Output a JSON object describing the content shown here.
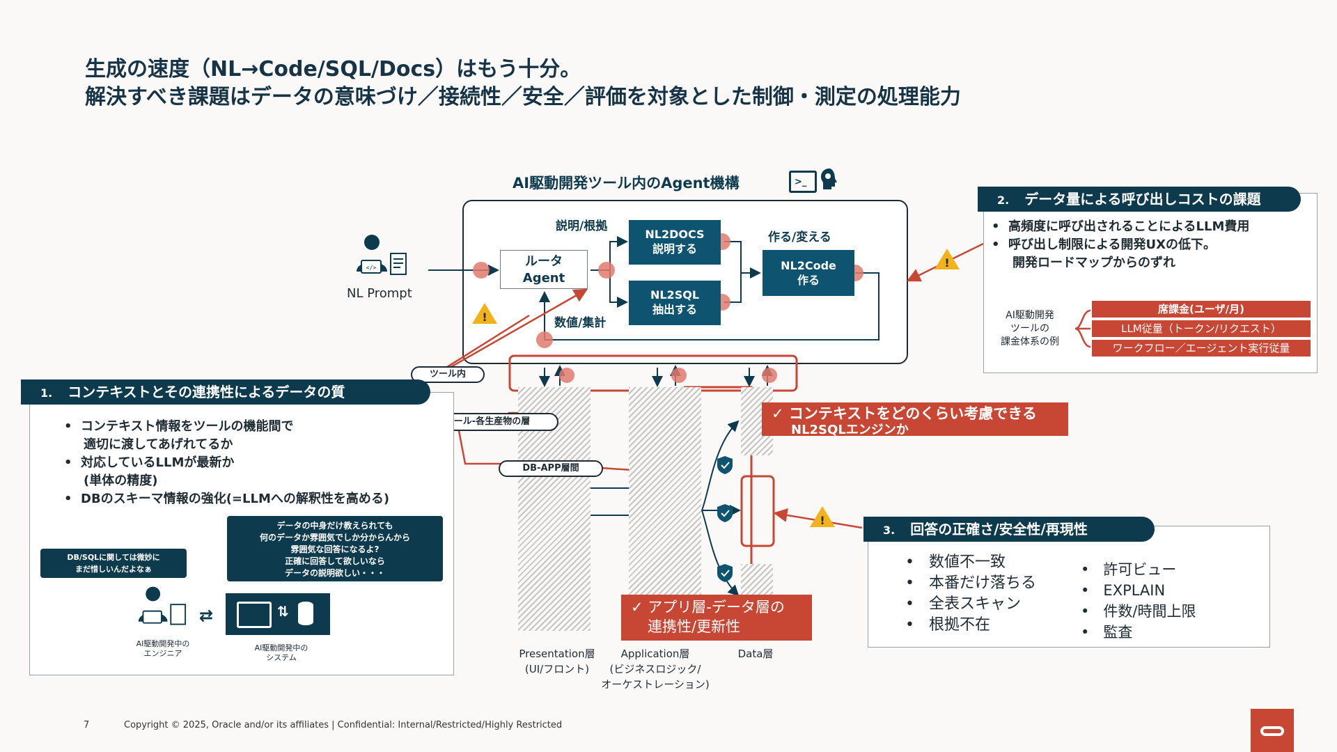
{
  "title": {
    "line1": "生成の速度（NL→Code/SQL/Docs）はもう十分。",
    "line2": "解決すべき課題はデータの意味づけ／接続性／安全／評価を対象とした制御・測定の処理能力"
  },
  "agent_section": {
    "title": "AI駆動開発ツール内のAgent機構",
    "nl_prompt": "NL Prompt",
    "router_line1": "ルータ",
    "router_line2": "Agent",
    "label_explain": "説明/根拠",
    "label_numeric": "数値/集計",
    "label_make": "作る/変える",
    "nl2docs_line1": "NL2DOCS",
    "nl2docs_line2": "説明する",
    "nl2sql_line1": "NL2SQL",
    "nl2sql_line2": "抽出する",
    "nl2code_line1": "NL2Code",
    "nl2code_line2": "作る"
  },
  "layers": {
    "pill_tool": "ツール内",
    "pill_tool_products": "ツール-各生産物の層",
    "pill_db_app": "DB-APP層間",
    "presentation_line1": "Presentation層",
    "presentation_line2": "(UI/フロント)",
    "application_line1": "Application層",
    "application_line2": "(ビジネスロジック/",
    "application_line3": "オーケストレーション)",
    "data": "Data層"
  },
  "callout_context": {
    "check": "✓",
    "line1": "コンテキストをどのくらい考慮できる",
    "line2": "NL2SQLエンジンか"
  },
  "callout_app": {
    "check": "✓",
    "line1": "アプリ層-データ層の",
    "line2": "連携性/更新性"
  },
  "section1": {
    "number": "1.",
    "title": "コンテキストとその連携性によるデータの質",
    "bullets": [
      "コンテキスト情報をツールの機能間で",
      "適切に渡してあげれてるか",
      "対応しているLLMが最新か",
      "(単体の精度)",
      "DBのスキーマ情報の強化(=LLMへの解釈性を高める)"
    ],
    "bubble_big": [
      "データの中身だけ教えられても",
      "何のデータか雰囲気でしか分からんから",
      "雰囲気な回答になるよ?",
      "正確に回答して欲しいなら",
      "データの説明欲しい・・・"
    ],
    "bubble_small": [
      "DB/SQLに関しては微妙に",
      "まだ惜しいんだよなぁ"
    ],
    "engineer_line1": "AI駆動開発中の",
    "engineer_line2": "エンジニア",
    "system_line1": "AI駆動開発中の",
    "system_line2": "システム"
  },
  "section2": {
    "number": "2.",
    "title": "データ量による呼び出しコストの課題",
    "bullets": [
      "高頻度に呼び出されることによるLLM費用",
      "呼び出し制限による開発UXの低下。",
      "開発ロードマップからのずれ"
    ],
    "billing_line1": "AI駆動開発",
    "billing_line2": "ツールの",
    "billing_line3": "課金体系の例",
    "cost_rows": [
      "席課金(ユーザ/月)",
      "LLM従量（トークン/リクエスト）",
      "ワークフロー／エージェント実行従量"
    ]
  },
  "section3": {
    "number": "3.",
    "title": "回答の正確さ/安全性/再現性",
    "left_bullets": [
      "数値不一致",
      "本番だけ落ちる",
      "全表スキャン",
      "根拠不在"
    ],
    "right_bullets": [
      "許可ビュー",
      "EXPLAIN",
      "件数/時間上限",
      "監査"
    ]
  },
  "footer": {
    "page": "7",
    "copyright": "Copyright © 2025, Oracle and/or its affiliates |   Confidential: Internal/Restricted/Highly Restricted"
  },
  "colors": {
    "navy": "#0e3a4d",
    "teal": "#0e5470",
    "red": "#c74634",
    "warn": "#f2b21b"
  }
}
